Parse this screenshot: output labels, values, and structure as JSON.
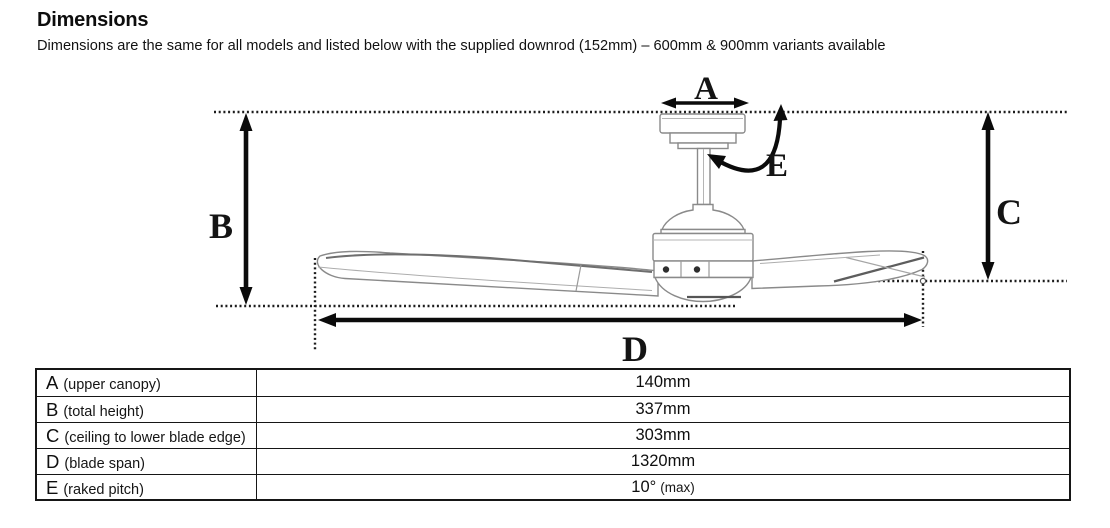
{
  "header": {
    "title": "Dimensions",
    "subtitle": "Dimensions are the same for all models and listed below with the supplied downrod (152mm) – 600mm & 900mm variants available"
  },
  "diagram": {
    "labels": {
      "a": "A",
      "b": "B",
      "c": "C",
      "d": "D",
      "e": "E"
    }
  },
  "table": {
    "rows": [
      {
        "letter": "A",
        "desc": "(upper canopy)",
        "value": "140mm",
        "note": ""
      },
      {
        "letter": "B",
        "desc": "(total height)",
        "value": "337mm",
        "note": ""
      },
      {
        "letter": "C",
        "desc": "(ceiling to lower blade edge)",
        "value": "303mm",
        "note": ""
      },
      {
        "letter": "D",
        "desc": "(blade span)",
        "value": "1320mm",
        "note": ""
      },
      {
        "letter": "E",
        "desc": "(raked pitch)",
        "value": "10°",
        "note": "(max)"
      }
    ]
  },
  "colors": {
    "text": "#111111",
    "sketch": "#8a8a8a",
    "arrow": "#0b0b0b"
  }
}
